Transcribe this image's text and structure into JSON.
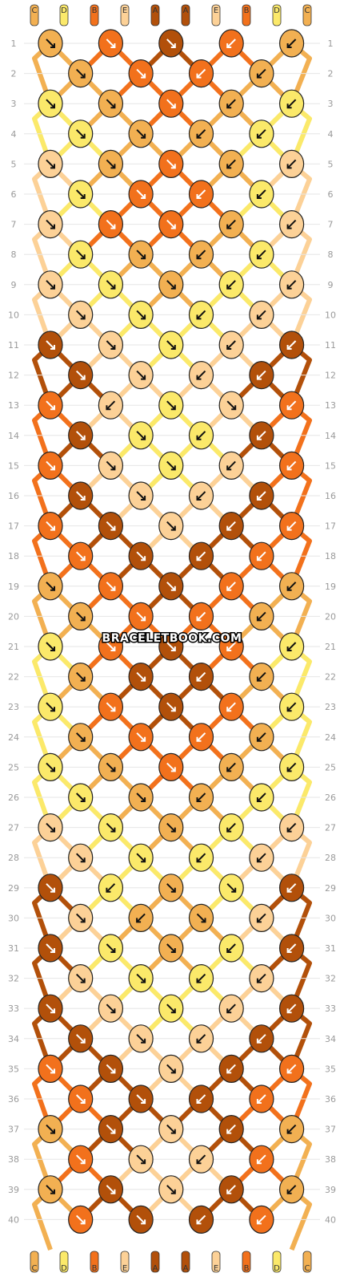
{
  "colors": {
    "A": "#b2500a",
    "B": "#f2711c",
    "C": "#f2b052",
    "D": "#fbe96a",
    "E": "#fcd197"
  },
  "strands_top": [
    "C",
    "D",
    "B",
    "E",
    "A",
    "A",
    "E",
    "B",
    "D",
    "C"
  ],
  "strands_bottom": [
    "C",
    "D",
    "B",
    "E",
    "A",
    "A",
    "E",
    "B",
    "D",
    "C"
  ],
  "watermark": "BRACELETBOOK.COM",
  "rows": [
    {
      "n": "1",
      "knots": [
        {
          "c": "C",
          "d": "r"
        },
        {
          "c": "B",
          "d": "r"
        },
        {
          "c": "A",
          "d": "r"
        },
        {
          "c": "B",
          "d": "l"
        },
        {
          "c": "C",
          "d": "l"
        }
      ]
    },
    {
      "n": "2",
      "knots": [
        {
          "c": "C",
          "d": "r"
        },
        {
          "c": "B",
          "d": "r"
        },
        {
          "c": "B",
          "d": "l"
        },
        {
          "c": "C",
          "d": "l"
        }
      ]
    },
    {
      "n": "3",
      "knots": [
        {
          "c": "D",
          "d": "r"
        },
        {
          "c": "C",
          "d": "r"
        },
        {
          "c": "B",
          "d": "r"
        },
        {
          "c": "C",
          "d": "l"
        },
        {
          "c": "D",
          "d": "l"
        }
      ]
    },
    {
      "n": "4",
      "knots": [
        {
          "c": "D",
          "d": "r"
        },
        {
          "c": "C",
          "d": "r"
        },
        {
          "c": "C",
          "d": "l"
        },
        {
          "c": "D",
          "d": "l"
        }
      ]
    },
    {
      "n": "5",
      "knots": [
        {
          "c": "E",
          "d": "r"
        },
        {
          "c": "C",
          "d": "r"
        },
        {
          "c": "B",
          "d": "r"
        },
        {
          "c": "C",
          "d": "l"
        },
        {
          "c": "E",
          "d": "l"
        }
      ]
    },
    {
      "n": "6",
      "knots": [
        {
          "c": "D",
          "d": "r"
        },
        {
          "c": "B",
          "d": "r"
        },
        {
          "c": "B",
          "d": "l"
        },
        {
          "c": "D",
          "d": "l"
        }
      ]
    },
    {
      "n": "7",
      "knots": [
        {
          "c": "E",
          "d": "r"
        },
        {
          "c": "B",
          "d": "r"
        },
        {
          "c": "B",
          "d": "r"
        },
        {
          "c": "C",
          "d": "l"
        },
        {
          "c": "E",
          "d": "l"
        }
      ]
    },
    {
      "n": "8",
      "knots": [
        {
          "c": "D",
          "d": "r"
        },
        {
          "c": "C",
          "d": "r"
        },
        {
          "c": "C",
          "d": "l"
        },
        {
          "c": "D",
          "d": "l"
        }
      ]
    },
    {
      "n": "9",
      "knots": [
        {
          "c": "E",
          "d": "r"
        },
        {
          "c": "D",
          "d": "r"
        },
        {
          "c": "C",
          "d": "r"
        },
        {
          "c": "D",
          "d": "l"
        },
        {
          "c": "E",
          "d": "l"
        }
      ]
    },
    {
      "n": "10",
      "knots": [
        {
          "c": "E",
          "d": "r"
        },
        {
          "c": "D",
          "d": "r"
        },
        {
          "c": "D",
          "d": "l"
        },
        {
          "c": "E",
          "d": "l"
        }
      ]
    },
    {
      "n": "11",
      "knots": [
        {
          "c": "A",
          "d": "r"
        },
        {
          "c": "E",
          "d": "r"
        },
        {
          "c": "D",
          "d": "r"
        },
        {
          "c": "E",
          "d": "l"
        },
        {
          "c": "A",
          "d": "l"
        }
      ]
    },
    {
      "n": "12",
      "knots": [
        {
          "c": "A",
          "d": "r"
        },
        {
          "c": "E",
          "d": "r"
        },
        {
          "c": "E",
          "d": "l"
        },
        {
          "c": "A",
          "d": "l"
        }
      ]
    },
    {
      "n": "13",
      "knots": [
        {
          "c": "B",
          "d": "r"
        },
        {
          "c": "E",
          "d": "l"
        },
        {
          "c": "D",
          "d": "r"
        },
        {
          "c": "E",
          "d": "r"
        },
        {
          "c": "B",
          "d": "l"
        }
      ]
    },
    {
      "n": "14",
      "knots": [
        {
          "c": "A",
          "d": "r"
        },
        {
          "c": "D",
          "d": "r"
        },
        {
          "c": "D",
          "d": "l"
        },
        {
          "c": "A",
          "d": "l"
        }
      ]
    },
    {
      "n": "15",
      "knots": [
        {
          "c": "B",
          "d": "r"
        },
        {
          "c": "E",
          "d": "r"
        },
        {
          "c": "D",
          "d": "r"
        },
        {
          "c": "E",
          "d": "l"
        },
        {
          "c": "B",
          "d": "l"
        }
      ]
    },
    {
      "n": "16",
      "knots": [
        {
          "c": "A",
          "d": "r"
        },
        {
          "c": "E",
          "d": "r"
        },
        {
          "c": "E",
          "d": "l"
        },
        {
          "c": "A",
          "d": "l"
        }
      ]
    },
    {
      "n": "17",
      "knots": [
        {
          "c": "B",
          "d": "r"
        },
        {
          "c": "A",
          "d": "r"
        },
        {
          "c": "E",
          "d": "r"
        },
        {
          "c": "A",
          "d": "l"
        },
        {
          "c": "B",
          "d": "l"
        }
      ]
    },
    {
      "n": "18",
      "knots": [
        {
          "c": "B",
          "d": "r"
        },
        {
          "c": "A",
          "d": "r"
        },
        {
          "c": "A",
          "d": "l"
        },
        {
          "c": "B",
          "d": "l"
        }
      ]
    },
    {
      "n": "19",
      "knots": [
        {
          "c": "C",
          "d": "r"
        },
        {
          "c": "B",
          "d": "r"
        },
        {
          "c": "A",
          "d": "r"
        },
        {
          "c": "B",
          "d": "l"
        },
        {
          "c": "C",
          "d": "l"
        }
      ]
    },
    {
      "n": "20",
      "knots": [
        {
          "c": "C",
          "d": "r"
        },
        {
          "c": "B",
          "d": "r"
        },
        {
          "c": "B",
          "d": "l"
        },
        {
          "c": "C",
          "d": "l"
        }
      ]
    },
    {
      "n": "21",
      "knots": [
        {
          "c": "D",
          "d": "r"
        },
        {
          "c": "B",
          "d": "r"
        },
        {
          "c": "A",
          "d": "r"
        },
        {
          "c": "B",
          "d": "l"
        },
        {
          "c": "D",
          "d": "l"
        }
      ]
    },
    {
      "n": "22",
      "knots": [
        {
          "c": "C",
          "d": "r"
        },
        {
          "c": "A",
          "d": "r"
        },
        {
          "c": "A",
          "d": "l"
        },
        {
          "c": "C",
          "d": "l"
        }
      ]
    },
    {
      "n": "23",
      "knots": [
        {
          "c": "D",
          "d": "r"
        },
        {
          "c": "B",
          "d": "r"
        },
        {
          "c": "A",
          "d": "r"
        },
        {
          "c": "B",
          "d": "l"
        },
        {
          "c": "D",
          "d": "l"
        }
      ]
    },
    {
      "n": "24",
      "knots": [
        {
          "c": "C",
          "d": "r"
        },
        {
          "c": "B",
          "d": "r"
        },
        {
          "c": "B",
          "d": "l"
        },
        {
          "c": "C",
          "d": "l"
        }
      ]
    },
    {
      "n": "25",
      "knots": [
        {
          "c": "D",
          "d": "r"
        },
        {
          "c": "C",
          "d": "r"
        },
        {
          "c": "B",
          "d": "r"
        },
        {
          "c": "C",
          "d": "l"
        },
        {
          "c": "D",
          "d": "l"
        }
      ]
    },
    {
      "n": "26",
      "knots": [
        {
          "c": "D",
          "d": "r"
        },
        {
          "c": "C",
          "d": "r"
        },
        {
          "c": "C",
          "d": "l"
        },
        {
          "c": "D",
          "d": "l"
        }
      ]
    },
    {
      "n": "27",
      "knots": [
        {
          "c": "E",
          "d": "r"
        },
        {
          "c": "D",
          "d": "r"
        },
        {
          "c": "C",
          "d": "r"
        },
        {
          "c": "D",
          "d": "l"
        },
        {
          "c": "E",
          "d": "l"
        }
      ]
    },
    {
      "n": "28",
      "knots": [
        {
          "c": "E",
          "d": "r"
        },
        {
          "c": "D",
          "d": "r"
        },
        {
          "c": "D",
          "d": "l"
        },
        {
          "c": "E",
          "d": "l"
        }
      ]
    },
    {
      "n": "29",
      "knots": [
        {
          "c": "A",
          "d": "r"
        },
        {
          "c": "D",
          "d": "l"
        },
        {
          "c": "C",
          "d": "r"
        },
        {
          "c": "D",
          "d": "r"
        },
        {
          "c": "A",
          "d": "l"
        }
      ]
    },
    {
      "n": "30",
      "knots": [
        {
          "c": "E",
          "d": "r"
        },
        {
          "c": "C",
          "d": "l"
        },
        {
          "c": "C",
          "d": "r"
        },
        {
          "c": "E",
          "d": "l"
        }
      ]
    },
    {
      "n": "31",
      "knots": [
        {
          "c": "A",
          "d": "r"
        },
        {
          "c": "D",
          "d": "r"
        },
        {
          "c": "C",
          "d": "r"
        },
        {
          "c": "D",
          "d": "l"
        },
        {
          "c": "A",
          "d": "l"
        }
      ]
    },
    {
      "n": "32",
      "knots": [
        {
          "c": "E",
          "d": "r"
        },
        {
          "c": "D",
          "d": "r"
        },
        {
          "c": "D",
          "d": "l"
        },
        {
          "c": "E",
          "d": "l"
        }
      ]
    },
    {
      "n": "33",
      "knots": [
        {
          "c": "A",
          "d": "r"
        },
        {
          "c": "E",
          "d": "r"
        },
        {
          "c": "D",
          "d": "r"
        },
        {
          "c": "E",
          "d": "l"
        },
        {
          "c": "A",
          "d": "l"
        }
      ]
    },
    {
      "n": "34",
      "knots": [
        {
          "c": "A",
          "d": "r"
        },
        {
          "c": "E",
          "d": "r"
        },
        {
          "c": "E",
          "d": "l"
        },
        {
          "c": "A",
          "d": "l"
        }
      ]
    },
    {
      "n": "35",
      "knots": [
        {
          "c": "B",
          "d": "r"
        },
        {
          "c": "A",
          "d": "r"
        },
        {
          "c": "E",
          "d": "r"
        },
        {
          "c": "A",
          "d": "l"
        },
        {
          "c": "B",
          "d": "l"
        }
      ]
    },
    {
      "n": "36",
      "knots": [
        {
          "c": "B",
          "d": "r"
        },
        {
          "c": "A",
          "d": "r"
        },
        {
          "c": "A",
          "d": "l"
        },
        {
          "c": "B",
          "d": "l"
        }
      ]
    },
    {
      "n": "37",
      "knots": [
        {
          "c": "C",
          "d": "r"
        },
        {
          "c": "A",
          "d": "r"
        },
        {
          "c": "E",
          "d": "r"
        },
        {
          "c": "A",
          "d": "l"
        },
        {
          "c": "C",
          "d": "l"
        }
      ]
    },
    {
      "n": "38",
      "knots": [
        {
          "c": "B",
          "d": "r"
        },
        {
          "c": "E",
          "d": "r"
        },
        {
          "c": "E",
          "d": "l"
        },
        {
          "c": "B",
          "d": "l"
        }
      ]
    },
    {
      "n": "39",
      "knots": [
        {
          "c": "C",
          "d": "r"
        },
        {
          "c": "A",
          "d": "r"
        },
        {
          "c": "E",
          "d": "r"
        },
        {
          "c": "A",
          "d": "l"
        },
        {
          "c": "C",
          "d": "l"
        }
      ]
    },
    {
      "n": "40",
      "knots": [
        {
          "c": "B",
          "d": "r"
        },
        {
          "c": "A",
          "d": "r"
        },
        {
          "c": "A",
          "d": "l"
        },
        {
          "c": "B",
          "d": "l"
        }
      ]
    }
  ]
}
